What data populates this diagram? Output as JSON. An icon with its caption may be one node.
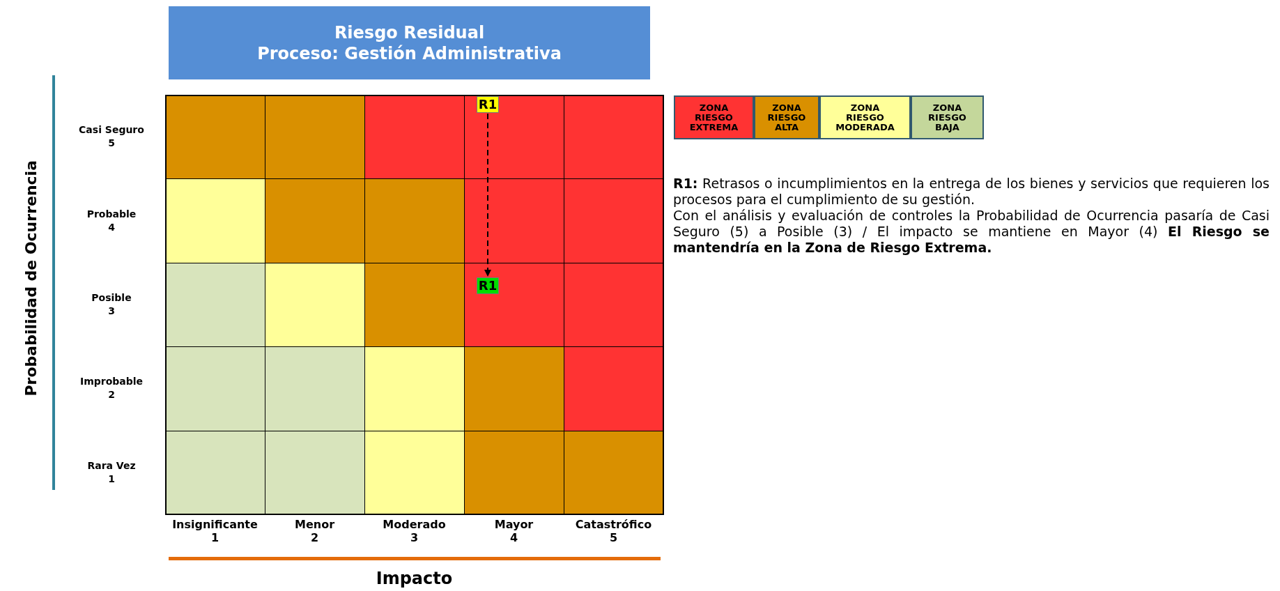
{
  "diagram": {
    "nodes": [
      {
        "text": [
          "Riesgo Residual",
          "Proceso: Gestión Administrativa"
        ]
      },
      {
        "text": [
          "R1"
        ]
      },
      {
        "text": [
          "R1"
        ]
      }
    ],
    "edges": [
      {
        "from": 1,
        "to": 2,
        "arrow": "to",
        "style": "dashed"
      }
    ],
    "labels": [
      "Casi Seguro",
      "5",
      "Probable",
      "4",
      "Posible",
      "3",
      "Improbable",
      "2",
      "Rara Vez",
      "1",
      "Insignificante",
      "1",
      "Menor",
      "2",
      "Moderado",
      "3",
      "Mayor",
      "4",
      "Catastrófico",
      "5",
      "Impacto",
      "Probabilidad de Ocurrencia",
      "**R1:** Retrasos o incumplimientos en la entrega de los bienes y servicios que requieren los procesos para el cumplimiento de su gestión.",
      "Con el análisis y evaluación de controles la Probabilidad de Ocurrencia pasaría de Casi Seguro (5) a Posible (3) / El impacto se mantiene en Mayor (4) **El Riesgo se mantendría en la Zona de Riesgo Extrema.**"
    ],
    "legend": [
      {
        "text": "ZONA RIESGO EXTREMA",
        "color": "#ff3333"
      },
      {
        "text": "ZONA RIESGO ALTA",
        "color": "#d99000"
      },
      {
        "text": "ZONA RIESGO MODERADA",
        "color": "#ffff99"
      },
      {
        "text": "ZONA RIESGO BAJA",
        "color": "#c4d79b"
      }
    ]
  }
}
